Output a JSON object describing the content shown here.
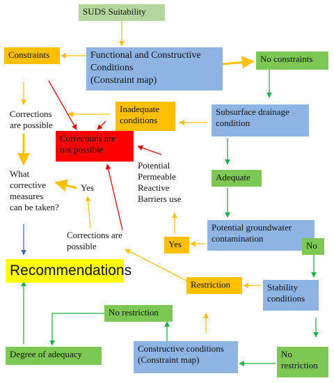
{
  "colors": {
    "blue": "#8eb4e3",
    "green": "#7dc855",
    "light_green": "#b5d69c",
    "orange": "#ffc000",
    "red": "#ff0000",
    "yellow": "#ffff00",
    "arrow_orange": "#ffc000",
    "arrow_green": "#1fb04a",
    "arrow_red": "#e00000",
    "arrow_blue": "#3f6fbf"
  },
  "nodes": {
    "suds_suitability": "SUDS Suitability",
    "constraints": "Constraints",
    "functional_conditions": [
      "Functional and Constructive",
      "Conditions",
      "(Constraint map)"
    ],
    "no_constraints": "No constraints",
    "corrections_possible_1": [
      "Corrections",
      "are possible"
    ],
    "inadequate_conditions": [
      "Inadequate",
      "conditions"
    ],
    "subsurface_drainage": [
      "Subsurface drainage",
      "condition"
    ],
    "corrections_not_possible": [
      "Corrections are",
      "not possible"
    ],
    "potential_prb": [
      "Potential",
      "Permeable",
      "Reactive",
      "Barriers use"
    ],
    "what_measures": [
      "What",
      "corrective",
      "measures",
      "can be taken?"
    ],
    "yes_1": "Yes",
    "adequate": "Adequate",
    "corrections_possible_2": [
      "Corrections are",
      "possible"
    ],
    "potential_groundwater": [
      "Potential groundwater",
      "contamination"
    ],
    "yes_2": "Yes",
    "no": "No",
    "recommendations": "Recommendations",
    "restriction": "Restriction",
    "stability_conditions": [
      "Stability",
      "conditions"
    ],
    "no_restriction_1": "No restriction",
    "constructive_conditions": [
      "Constructive conditions",
      "(Constraint map)"
    ],
    "no_restriction_2": [
      "No",
      "restriction"
    ],
    "degree_adequacy": "Degree of adequacy"
  }
}
